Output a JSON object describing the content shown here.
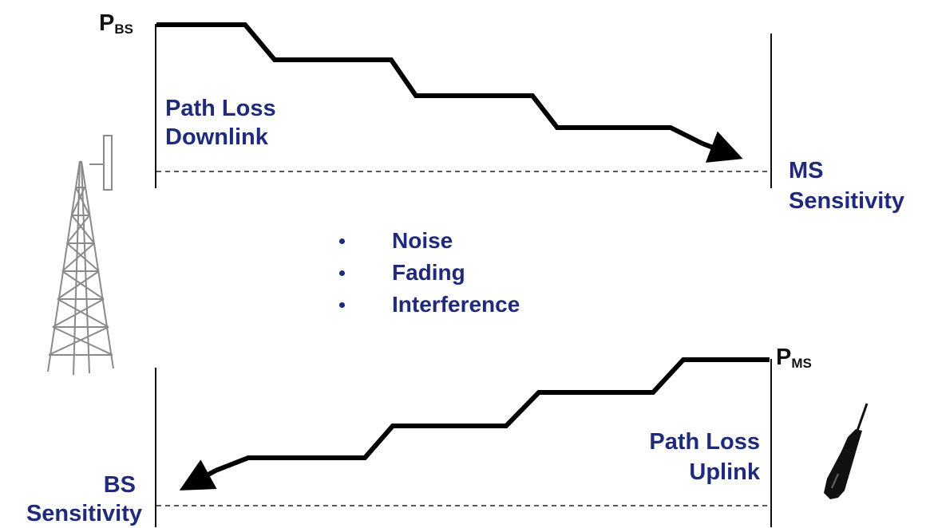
{
  "downlink": {
    "source_main": "P",
    "source_sub": "BS",
    "path_loss_line1": "Path Loss",
    "path_loss_line2": "Downlink",
    "sensitivity_line1": "MS",
    "sensitivity_line2": "Sensitivity"
  },
  "uplink": {
    "source_main": "P",
    "source_sub": "MS",
    "path_loss_line1": "Path Loss",
    "path_loss_line2": "Uplink",
    "sensitivity_line1": "BS",
    "sensitivity_line2": "Sensitivity"
  },
  "factors": [
    "Noise",
    "Fading",
    "Interference"
  ],
  "colors": {
    "label_text": "#1f2a7a",
    "line": "#000000",
    "tower": "#888888"
  },
  "icons": [
    "cell-tower-icon",
    "mobile-phone-icon"
  ]
}
